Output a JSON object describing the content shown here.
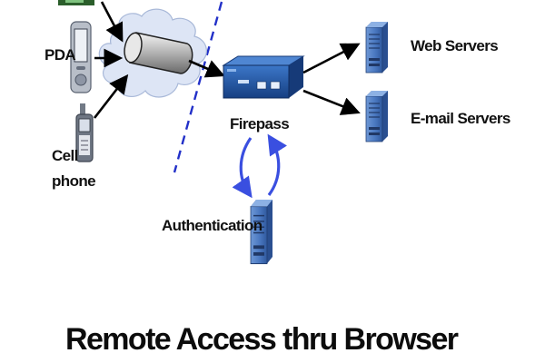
{
  "diagram": {
    "labels": {
      "pda": "PDA",
      "cell_phone_line1": "Cell",
      "cell_phone_line2": "phone",
      "firepass": "Firepass",
      "authentication": "Authentication",
      "web_servers": "Web Servers",
      "email_servers": "E-mail Servers"
    },
    "colors": {
      "arrow": "#000000",
      "auth_arrows": "#3a4fe0",
      "dashed_line": "#2230c8",
      "server_blue": "#4f7ec4",
      "firepass_blue": "#1f56a8",
      "cloud": "#dce4f4"
    },
    "icons": [
      "pda-icon",
      "cell-phone-icon",
      "internet-cloud-icon",
      "vpn-tunnel-icon",
      "firepass-appliance-icon",
      "server-icon"
    ]
  },
  "title": "Remote Access thru Browser"
}
